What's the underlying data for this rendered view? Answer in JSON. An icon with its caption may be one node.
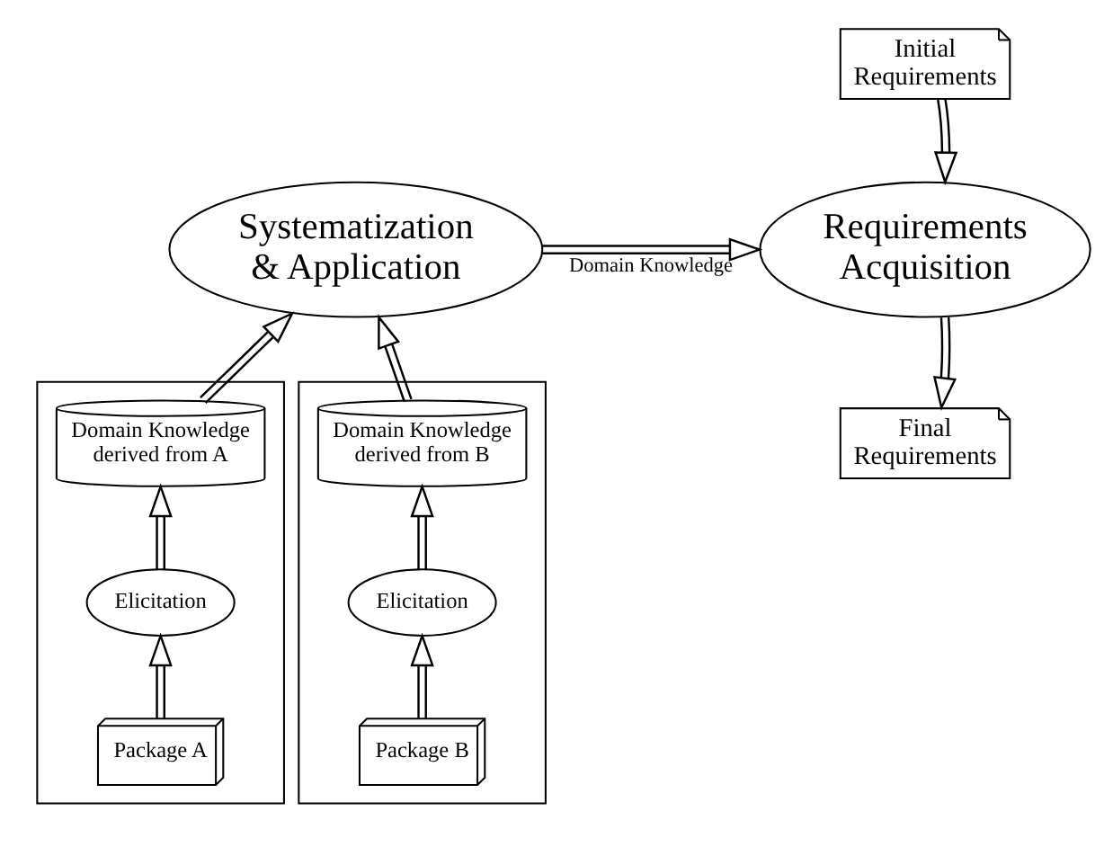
{
  "diagram": {
    "nodes": [
      {
        "text": [
          "Systematization & Application"
        ]
      },
      {
        "text": [
          "Requirements Acquisition"
        ]
      },
      {
        "text": [
          "Initial Requirements"
        ]
      },
      {
        "text": [
          "Final Requirements"
        ]
      },
      {
        "text": [],
        "shape": "box"
      },
      {
        "text": [
          "Domain Knowledge derived from A"
        ],
        "in": 4
      },
      {
        "text": [
          "Elicitation"
        ],
        "in": 4
      },
      {
        "text": [
          "Package A"
        ],
        "in": 4
      },
      {
        "text": [],
        "shape": "box"
      },
      {
        "text": [
          "Domain Knowledge derived from B"
        ],
        "in": 8
      },
      {
        "text": [
          "Elicitation"
        ],
        "in": 8
      },
      {
        "text": [
          "Package B"
        ],
        "in": 8
      }
    ],
    "edges": [
      {
        "from": 7,
        "to": 6,
        "arrow": "to"
      },
      {
        "from": 6,
        "to": 5,
        "arrow": "to"
      },
      {
        "from": 5,
        "to": 0,
        "arrow": "to"
      },
      {
        "from": 11,
        "to": 10,
        "arrow": "to"
      },
      {
        "from": 10,
        "to": 9,
        "arrow": "to"
      },
      {
        "from": 9,
        "to": 0,
        "arrow": "to"
      },
      {
        "from": 0,
        "to": 1,
        "arrow": "to",
        "label": "Domain Knowledge"
      },
      {
        "from": 2,
        "to": 1,
        "arrow": "to"
      },
      {
        "from": 1,
        "to": 3,
        "arrow": "to"
      }
    ]
  }
}
